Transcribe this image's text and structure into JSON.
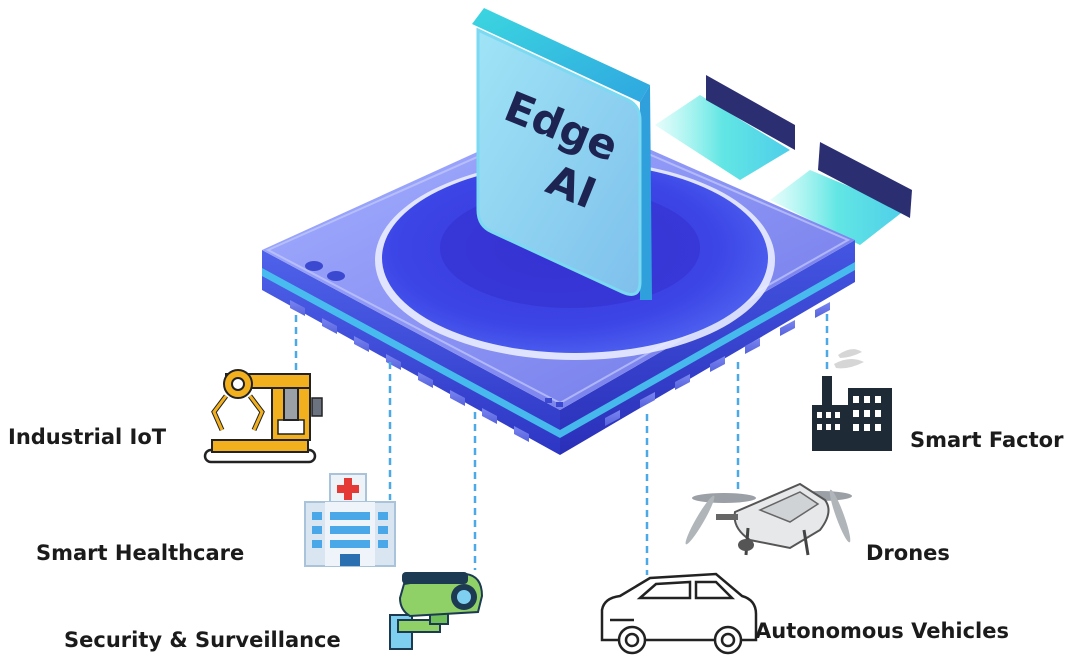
{
  "chip": {
    "title_line1": "Edge",
    "title_line2": "AI"
  },
  "applications": [
    {
      "label": "Industrial IoT",
      "icon": "robot-arm-icon"
    },
    {
      "label": "Smart Healthcare",
      "icon": "hospital-icon"
    },
    {
      "label": "Security & Surveillance",
      "icon": "cctv-camera-icon"
    },
    {
      "label": "Autonomous Vehicles",
      "icon": "car-icon"
    },
    {
      "label": "Drones",
      "icon": "drone-icon"
    },
    {
      "label": "Smart Factor",
      "icon": "factory-icon"
    }
  ],
  "colors": {
    "chip_top": "#7d86f2",
    "chip_side": "#3a49d8",
    "chip_disk": "#3a3fe0",
    "card": "#8fd3f0",
    "accent_dark": "#2b2f72",
    "beam": "#44e0d8",
    "connector": "#4aa9e6"
  }
}
